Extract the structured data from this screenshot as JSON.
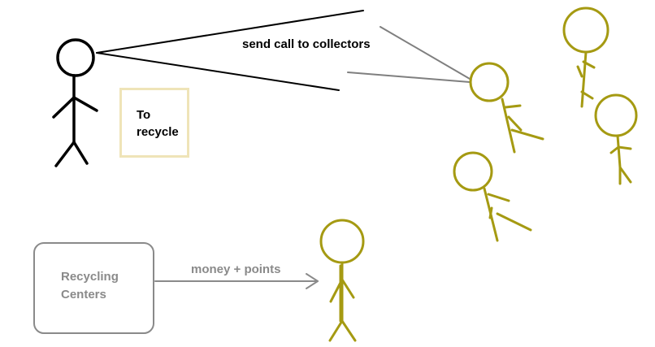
{
  "diagram": {
    "recycler_label": "To\nrecycle",
    "call_label": "send call to collectors",
    "centers_label": "Recycling\nCenters",
    "payment_label": "money + points"
  },
  "colors": {
    "recycler": "#000000",
    "collector": "#a59a12",
    "recycle_box_border": "#efe4b8",
    "centers": "#8a8a8a"
  },
  "icons": {
    "recycler": "stick-figure-icon",
    "collector": "stick-figure-icon"
  }
}
